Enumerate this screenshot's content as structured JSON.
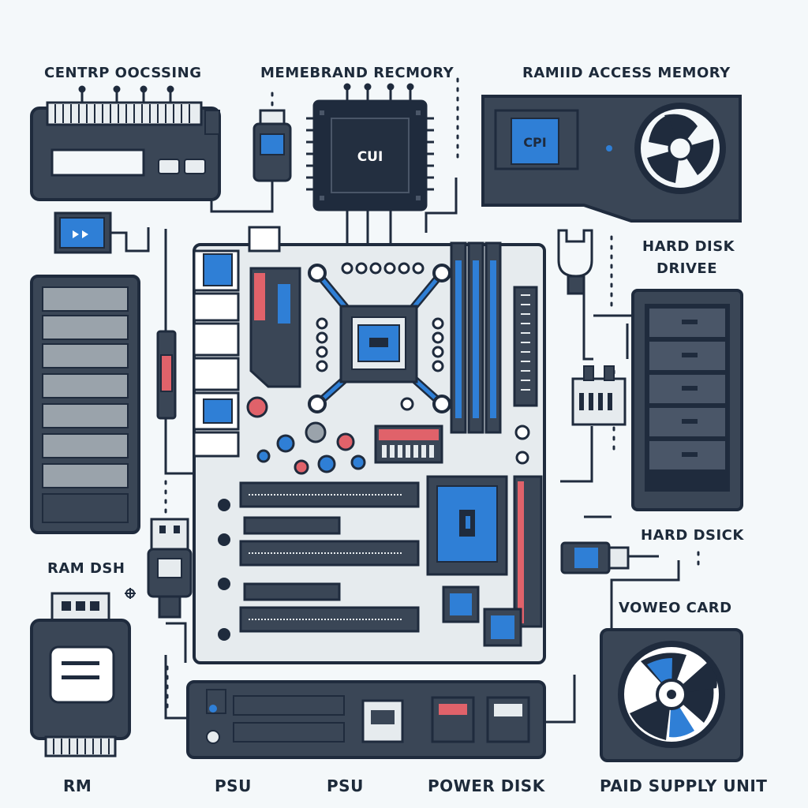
{
  "labels": {
    "top_left": "CENTRP OOCSSING",
    "top_center": "MEMEBRAND RECMORY",
    "top_right": "RAMIID ACCESS MEMORY",
    "right_upper_line1": "HARD DISK",
    "right_upper_line2": "DRIVEE",
    "right_mid": "HARD DSICK",
    "right_lower": "VOWEO CARD",
    "left_mid": "RAM DSH",
    "bottom_1": "RM",
    "bottom_2": "PSU",
    "bottom_3": "PSU",
    "bottom_4": "POWER DISK",
    "bottom_5": "PAID SUPPLY UNIT"
  },
  "chips": {
    "cpu_chip": "CUI",
    "gpu_chip": "CPI"
  },
  "colors": {
    "background": "#f4f8fa",
    "outline": "#1f2b3d",
    "panel": "#3a4656",
    "accent_blue": "#2f7fd6",
    "accent_red": "#e0626a",
    "board": "#e6ebee"
  }
}
